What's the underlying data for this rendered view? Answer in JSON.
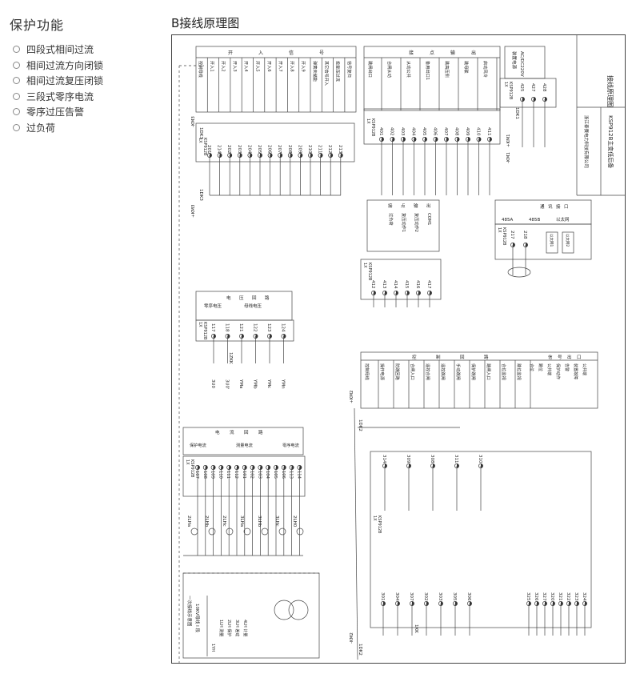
{
  "sidebar": {
    "title": "保护功能",
    "items": [
      "四段式相间过流",
      "相间过流方向闭锁",
      "相间过流复压闭锁",
      "三段式零序电流",
      "零序过压告警",
      "过负荷"
    ]
  },
  "diagram": {
    "title": "B接线原理图",
    "title_block": {
      "company": "浙江泰赛电力科技有限公司",
      "drawing_name": "KSP912B主变低后备",
      "sheet": "接线原理图"
    },
    "device": "KSP912B",
    "group_1x": "1X",
    "input_header": [
      "开",
      "入",
      "信",
      "号"
    ],
    "inputs": [
      "控制母线",
      "开入1",
      "开入2",
      "开入3",
      "开入4",
      "开入5",
      "开入6",
      "开入7",
      "开入8",
      "开入9",
      "弹簧未储能",
      "其它信号开入",
      "投复压过流",
      "信号复归"
    ],
    "input_terminals": [
      "201",
      "214",
      "202",
      "203",
      "204",
      "205",
      "206",
      "207",
      "208",
      "209",
      "210",
      "211",
      "212",
      "213"
    ],
    "km": [
      "+KM3",
      "-KM3"
    ],
    "dk": "1DK3",
    "output_header": [
      "接",
      "点",
      "输",
      "出"
    ],
    "outputs_top": [
      "跳闸出口",
      "合闸从动",
      "从动公共",
      "备用出口1",
      "跳高压侧",
      "跳母联",
      "启动风冷"
    ],
    "output_terminals_top": [
      "401",
      "402",
      "403",
      "404",
      "405",
      "406",
      "407",
      "408",
      "409",
      "410",
      "411"
    ],
    "power": {
      "title": "装置电源",
      "type": "AC/DC220V",
      "terminals": [
        "425",
        "427",
        "428"
      ],
      "km": [
        "+KM1",
        "-KM1"
      ],
      "dk": "1DK1"
    },
    "output_mid_header": [
      "接",
      "点",
      "输",
      "出"
    ],
    "outputs_mid": [
      "过负荷",
      "复压动作1",
      "复压动作2",
      "COM1"
    ],
    "output_terminals_mid": [
      "412",
      "413",
      "414",
      "415",
      "416",
      "417"
    ],
    "comm": {
      "title": [
        "通",
        "讯",
        "接",
        "口"
      ],
      "items": [
        "485A",
        "485B",
        "以太网"
      ],
      "terminals": [
        "217",
        "218"
      ],
      "eth": [
        "以太网1",
        "以太网2"
      ]
    },
    "voltage": {
      "title": [
        "电",
        "压",
        "回",
        "路"
      ],
      "sub": [
        "零序电压",
        "母线电压"
      ],
      "terminals": [
        "117",
        "118",
        "121",
        "122",
        "123",
        "124"
      ],
      "labels": [
        "3U0",
        "3U0'",
        "YMa",
        "YMb",
        "YMc",
        "YMn"
      ],
      "switch": "1ZKK"
    },
    "current": {
      "title": [
        "电",
        "流",
        "回",
        "路"
      ],
      "sub": [
        "保护电流",
        "测量电流",
        "零序电流"
      ],
      "terminals": [
        "107",
        "108",
        "109",
        "110",
        "111",
        "112",
        "101",
        "102",
        "103",
        "104",
        "105",
        "106",
        "113",
        "114"
      ],
      "cts": [
        "2LHa",
        "2LHb",
        "2LHc",
        "3LHa",
        "3LHb",
        "3LHc",
        "2LH0"
      ]
    },
    "control": {
      "header": [
        "控",
        "制",
        "回",
        "路"
      ],
      "signal_header": [
        "信",
        "号",
        "出",
        "口"
      ],
      "items": [
        "控制母线",
        "操作电源",
        "防跳回路",
        "合闸入口",
        "遥控合闸",
        "遥控跳闸",
        "手动跳闸",
        "保护跳闸",
        "跳闸入口",
        "合位监视",
        "跳位监视"
      ],
      "signals": [
        "合位",
        "跳位",
        "公共端",
        "保护动作",
        "告警",
        "装置故障",
        "公共端"
      ],
      "terminals": [
        "314",
        "309",
        "308",
        "311",
        "310",
        "301",
        "304",
        "307",
        "302",
        "303",
        "305",
        "306",
        "325",
        "326",
        "327",
        "320",
        "321",
        "322",
        "323",
        "324"
      ],
      "km": [
        "+KM2",
        "-KM2"
      ],
      "dk": "1DK2",
      "switch": "1KK"
    },
    "primary": {
      "title": "一次接线示意图",
      "bus": "10KV母线 I 段",
      "labels": [
        "1LH 测量",
        "2LH 保护",
        "3LH 差动",
        "4LH 计量"
      ],
      "pt": "1YH"
    }
  }
}
